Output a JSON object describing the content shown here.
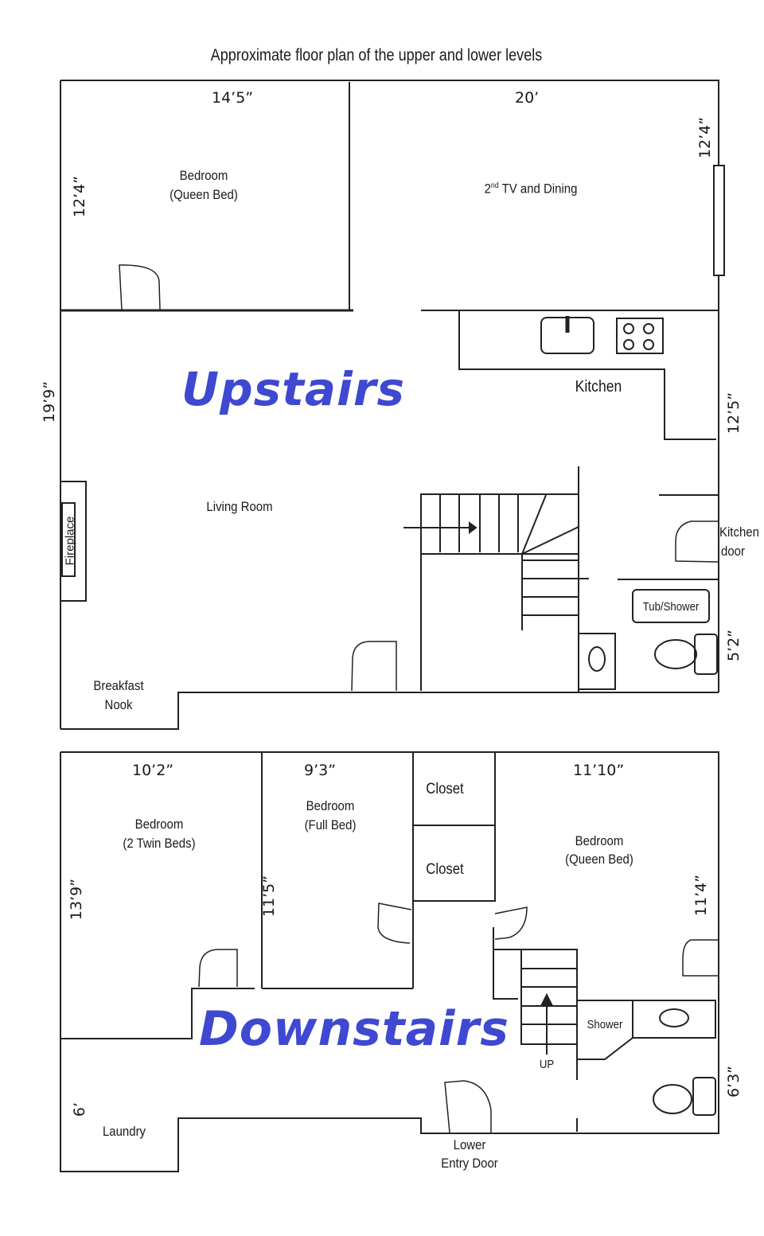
{
  "title": "Approximate floor plan of the upper and lower levels",
  "colors": {
    "level_label": "#3e48d0",
    "walls": "#222222",
    "background": "#ffffff"
  },
  "upstairs": {
    "level_label": "Upstairs",
    "rooms": {
      "bedroom": {
        "name": "Bedroom",
        "bed": "(Queen Bed)",
        "width": "14’5”",
        "height": "12’4”"
      },
      "tv_dining": {
        "name_prefix": "2",
        "name_sup": "nd",
        "name_rest": " TV and Dining",
        "width": "20’",
        "height": "12’4”"
      },
      "kitchen": {
        "name": "Kitchen",
        "height": "12’5”"
      },
      "living_room": {
        "name": "Living Room",
        "height": "19’9”"
      },
      "fireplace": {
        "name": "Fireplace"
      },
      "breakfast_nook": {
        "line1": "Breakfast",
        "line2": "Nook"
      },
      "kitchen_door": {
        "line1": "Kitchen",
        "line2": "door"
      },
      "bathroom": {
        "tub": "Tub/Shower",
        "height": "5’2”"
      }
    }
  },
  "downstairs": {
    "level_label": "Downstairs",
    "rooms": {
      "bedroom_twin": {
        "name": "Bedroom",
        "bed": "(2 Twin Beds)",
        "width": "10’2”",
        "height": "13’9”"
      },
      "bedroom_full": {
        "name": "Bedroom",
        "bed": "(Full Bed)",
        "width": "9’3”",
        "height": "11’5”"
      },
      "closet_1": {
        "name": "Closet"
      },
      "closet_2": {
        "name": "Closet"
      },
      "bedroom_queen": {
        "name": "Bedroom",
        "bed": "(Queen Bed)",
        "width": "11’10”",
        "height": "11’4”"
      },
      "shower": {
        "name": "Shower",
        "height": "6’3”"
      },
      "stairs": {
        "label": "UP"
      },
      "laundry": {
        "name": "Laundry",
        "height": "6’"
      },
      "entry": {
        "line1": "Lower",
        "line2": "Entry Door"
      }
    }
  }
}
